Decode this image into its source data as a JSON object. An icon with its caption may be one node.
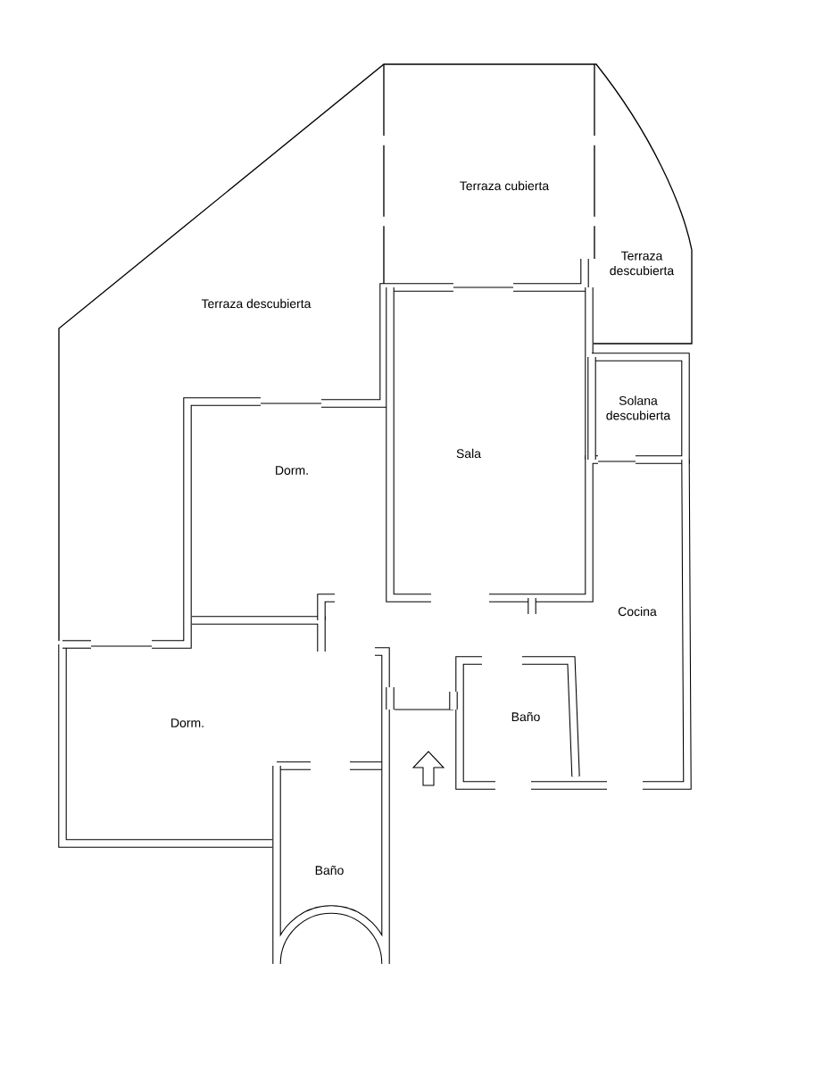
{
  "diagram": {
    "labels": [
      "Terraza cubierta",
      "Terraza descubierta",
      "Terraza descubierta",
      "Solana descubierta",
      "Sala",
      "Dorm.",
      "Cocina",
      "Baño",
      "Dorm.",
      "Baño"
    ]
  }
}
